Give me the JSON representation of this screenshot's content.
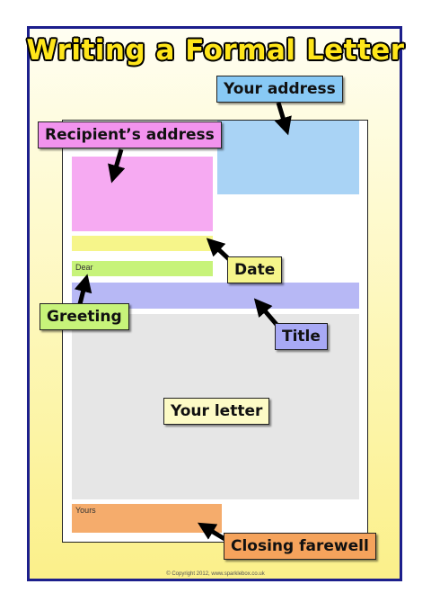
{
  "title": "Writing a Formal Letter",
  "labels": {
    "your_address": "Your address",
    "recipient_address": "Recipient’s address",
    "date": "Date",
    "greeting": "Greeting",
    "title": "Title",
    "your_letter": "Your letter",
    "closing_farewell": "Closing farewell"
  },
  "letter": {
    "dear": "Dear",
    "yours": "Yours"
  },
  "copyright": "© Copyright 2012, www.sparklebox.co.uk",
  "colors": {
    "border": "#1c1f8c",
    "title_fill": "#ffe61a",
    "your_address": "#a9d3f5",
    "recipient_address": "#f6aaf2",
    "date": "#f6f58a",
    "greeting": "#c7f37a",
    "title_bar": "#b7b8f5",
    "letter_body": "#e6e6e6",
    "closing": "#f5ac6c"
  },
  "icons": [
    "arrow-icon"
  ]
}
